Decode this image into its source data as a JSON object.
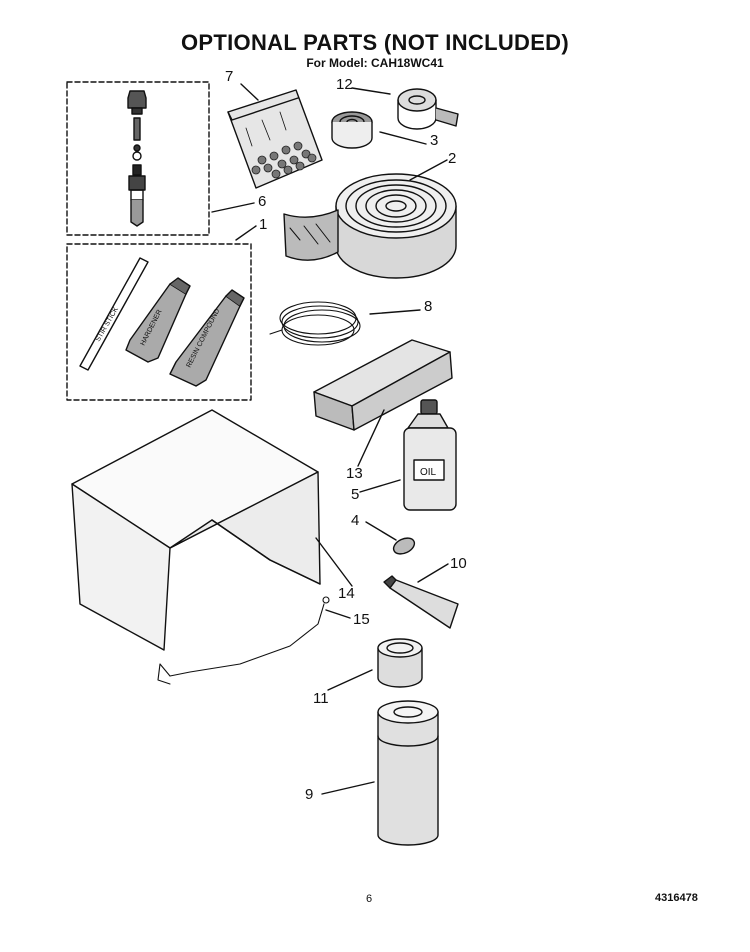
{
  "header": {
    "title": "OPTIONAL PARTS (NOT INCLUDED)",
    "subtitle": "For Model: CAH18WC41"
  },
  "footer": {
    "page_number": "6",
    "document_number": "4316478"
  },
  "callouts": {
    "c1": "1",
    "c2": "2",
    "c3": "3",
    "c4": "4",
    "c5": "5",
    "c6": "6",
    "c7": "7",
    "c8": "8",
    "c9": "9",
    "c10": "10",
    "c11": "11",
    "c12": "12",
    "c13": "13",
    "c14": "14",
    "c15": "15"
  },
  "part_labels": {
    "stir_stick": "STIR STICK",
    "hardener": "HARDENER",
    "resin": "RESIN COMPOUND",
    "oil": "OIL"
  }
}
